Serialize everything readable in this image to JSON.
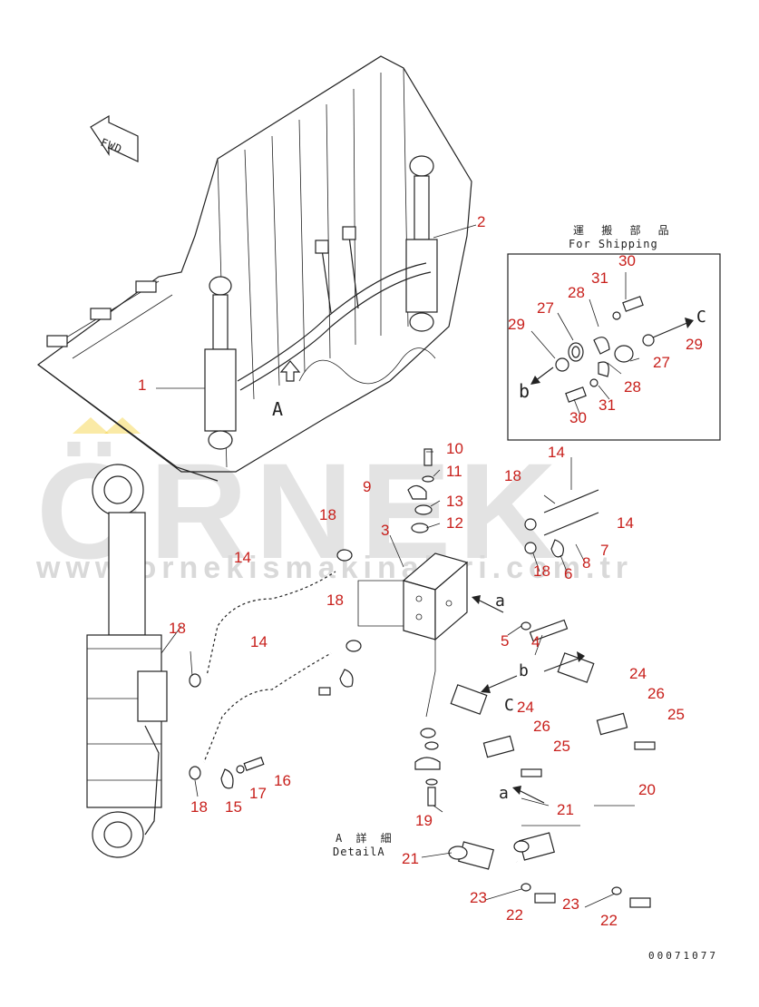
{
  "watermark": {
    "brand": "ÖRNEK",
    "url": "www.ornekismakinalari.com.tr"
  },
  "labels": {
    "fwd": "FWD",
    "shipping_jp": "運 搬 部 品",
    "shipping_en": "For Shipping",
    "detail_jp": "A 詳 細",
    "detail_en": "DetailA",
    "view_a": "A",
    "view_a_small": "a",
    "view_b": "b",
    "view_c": "C",
    "drawing_no": "00071077"
  },
  "callouts": [
    "1",
    "2",
    "3",
    "4",
    "5",
    "6",
    "7",
    "8",
    "9",
    "10",
    "11",
    "12",
    "13",
    "14",
    "15",
    "16",
    "17",
    "18",
    "19",
    "20",
    "21",
    "22",
    "23",
    "24",
    "25",
    "26",
    "27",
    "28",
    "29",
    "30",
    "31"
  ],
  "colors": {
    "callout": "#c8201c",
    "line": "#222222",
    "watermark": "#e3e3e3",
    "accent": "#f2c200"
  }
}
